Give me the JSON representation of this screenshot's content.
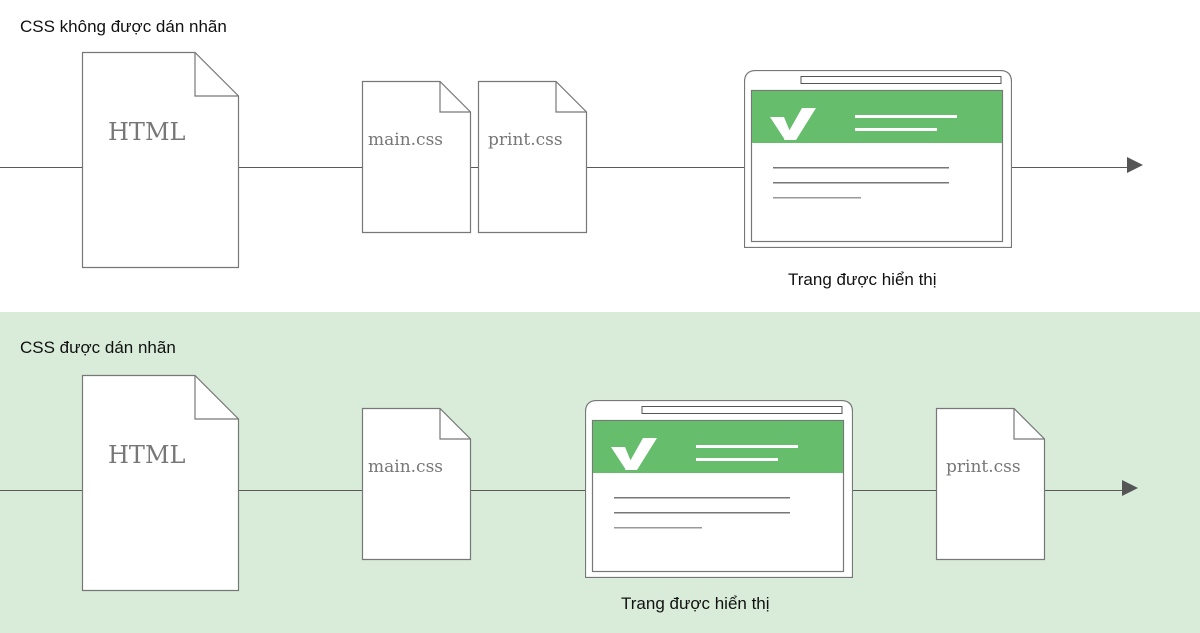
{
  "sections": [
    {
      "title": "CSS không được dán nhãn",
      "background": "#ffffff",
      "items": [
        {
          "type": "document",
          "label": "HTML"
        },
        {
          "type": "document",
          "label": "main.css"
        },
        {
          "type": "document",
          "label": "print.css"
        },
        {
          "type": "rendered-page",
          "caption": "Trang được hiển thị"
        }
      ]
    },
    {
      "title": "CSS được dán nhãn",
      "background": "#d8ecd9",
      "items": [
        {
          "type": "document",
          "label": "HTML"
        },
        {
          "type": "document",
          "label": "main.css"
        },
        {
          "type": "rendered-page",
          "caption": "Trang được hiển thị"
        },
        {
          "type": "document",
          "label": "print.css"
        }
      ]
    }
  ],
  "colors": {
    "accent_green": "#66bd6c",
    "labeled_bg": "#d8ecd9",
    "stroke": "#777777",
    "arrow": "#555555"
  }
}
